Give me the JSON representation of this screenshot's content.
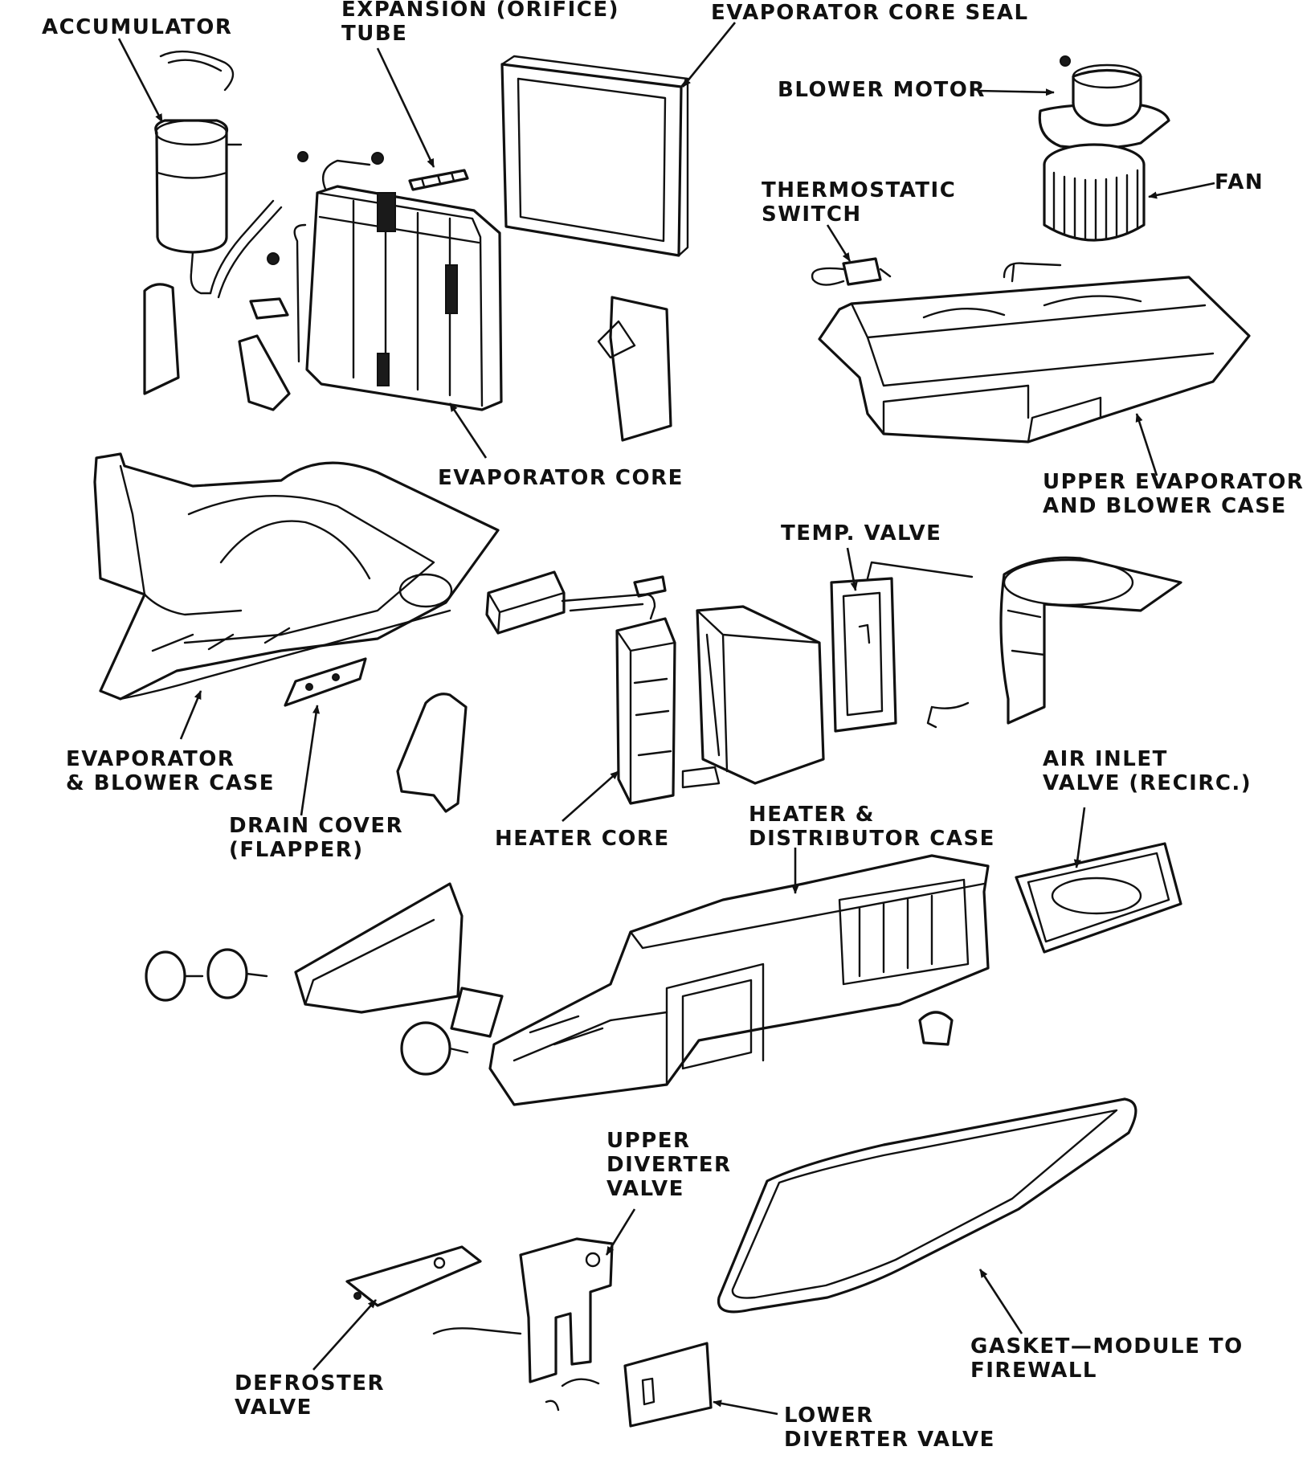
{
  "labels": {
    "accumulator": "ACCUMULATOR",
    "expansion_1": "EXPANSION (ORIFICE)",
    "expansion_2": "TUBE",
    "core_seal": "EVAPORATOR CORE SEAL",
    "blower_motor": "BLOWER MOTOR",
    "thermostatic_1": "THERMOSTATIC",
    "thermostatic_2": "SWITCH",
    "fan": "FAN",
    "evap_core": "EVAPORATOR CORE",
    "upper_case_1": "UPPER EVAPORATOR",
    "upper_case_2": "AND BLOWER CASE",
    "temp_valve": "TEMP. VALVE",
    "evap_blower_case_1": "EVAPORATOR",
    "evap_blower_case_2": "& BLOWER CASE",
    "air_inlet_1": "AIR INLET",
    "air_inlet_2": "VALVE (RECIRC.)",
    "drain_cover_1": "DRAIN COVER",
    "drain_cover_2": "(FLAPPER)",
    "heater_core": "HEATER CORE",
    "heater_dist_1": "HEATER &",
    "heater_dist_2": "DISTRIBUTOR CASE",
    "upper_diverter_1": "UPPER",
    "upper_diverter_2": "DIVERTER",
    "upper_diverter_3": "VALVE",
    "gasket_1": "GASKET—MODULE TO",
    "gasket_2": "FIREWALL",
    "defroster_1": "DEFROSTER",
    "defroster_2": "VALVE",
    "lower_diverter_1": "LOWER",
    "lower_diverter_2": "DIVERTER VALVE"
  }
}
